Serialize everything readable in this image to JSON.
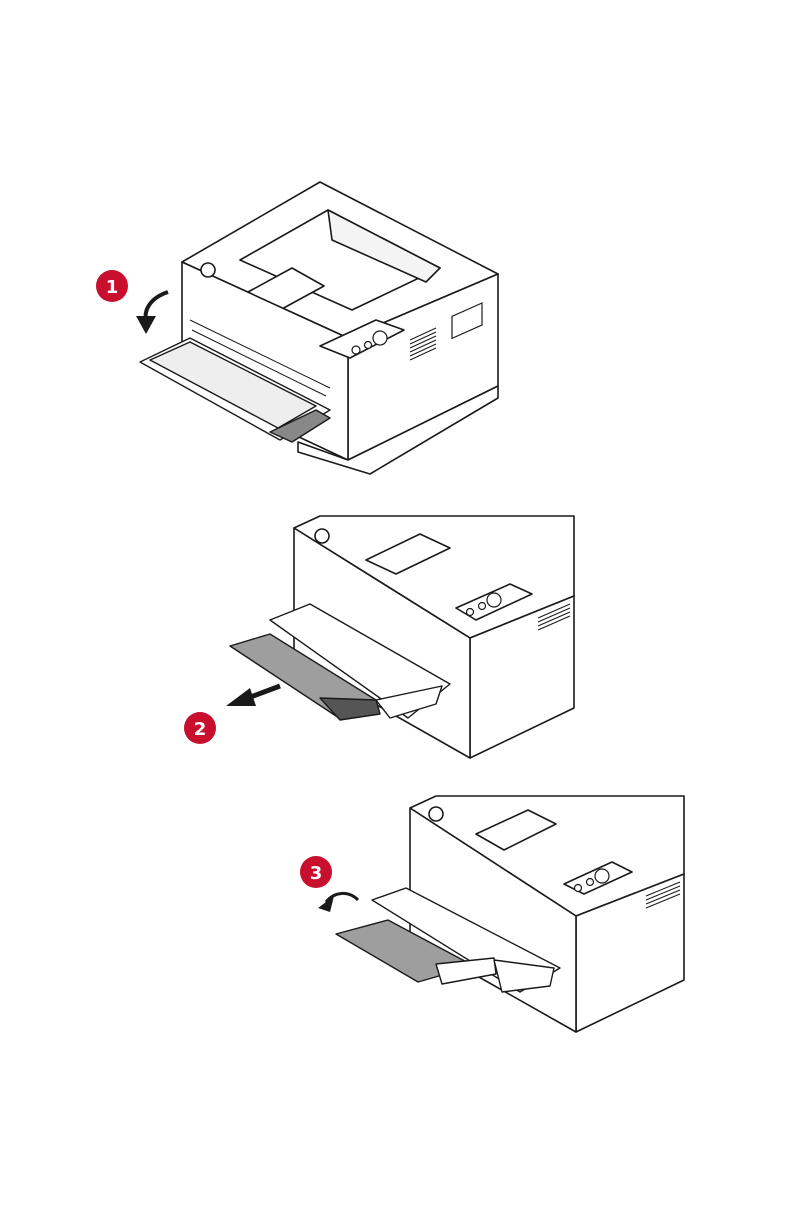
{
  "steps": [
    {
      "number": "1",
      "action": "fold-down"
    },
    {
      "number": "2",
      "action": "pull-out"
    },
    {
      "number": "3",
      "action": "flip-extension"
    }
  ],
  "colors": {
    "badge": "#c8102e",
    "line": "#1a1a1a",
    "shade": "#9e9e9e",
    "dark": "#555555"
  },
  "icons": [
    "curved-arrow-icon",
    "straight-arrow-icon",
    "flip-arrow-icon"
  ]
}
